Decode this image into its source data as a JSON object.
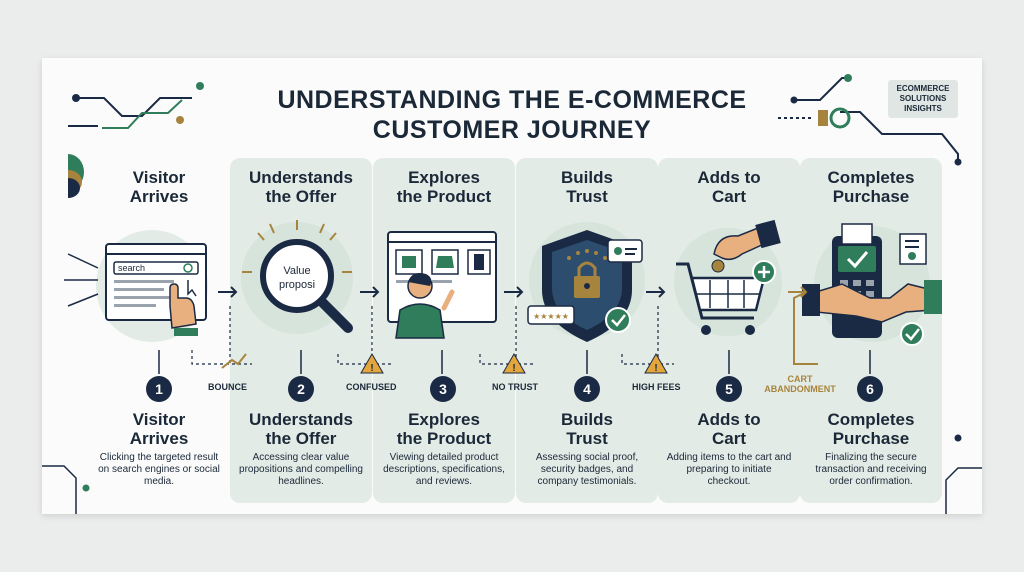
{
  "title": {
    "line1": "UNDERSTANDING THE E-COMMERCE",
    "line2": "CUSTOMER JOURNEY"
  },
  "badge": {
    "line1": "ECOMMERCE",
    "line2": "SOLUTIONS",
    "line3": "INSIGHTS"
  },
  "steps": [
    {
      "top1": "Visitor",
      "top2": "Arrives",
      "number": "1",
      "bottom1": "Visitor",
      "bottom2": "Arrives",
      "desc": "Clicking the targeted result on search engines or social media."
    },
    {
      "top1": "Understands",
      "top2": "the Offer",
      "number": "2",
      "bottom1": "Understands",
      "bottom2": "the Offer",
      "desc": "Accessing clear value propositions and compelling headlines."
    },
    {
      "top1": "Explores",
      "top2": "the Product",
      "number": "3",
      "bottom1": "Explores",
      "bottom2": "the Product",
      "desc": "Viewing detailed product descriptions, specifications, and reviews."
    },
    {
      "top1": "Builds",
      "top2": "Trust",
      "number": "4",
      "bottom1": "Builds",
      "bottom2": "Trust",
      "desc": "Assessing social proof, security badges, and company testimonials."
    },
    {
      "top1": "Adds to",
      "top2": "Cart",
      "number": "5",
      "bottom1": "Adds to",
      "bottom2": "Cart",
      "desc": "Adding items to the cart and preparing to initiate checkout."
    },
    {
      "top1": "Completes",
      "top2": "Purchase",
      "number": "6",
      "bottom1": "Completes",
      "bottom2": "Purchase",
      "desc": "Finalizing the secure transaction and receiving order confirmation."
    }
  ],
  "dropoffs": {
    "bounce": "BOUNCE",
    "confused": "CONFUSED",
    "no_trust": "NO TRUST",
    "high_fees": "HIGH FEES",
    "cart_abandon_1": "CART",
    "cart_abandon_2": "ABANDONMENT"
  },
  "icons": {
    "search_label": "search",
    "value_label_1": "Value",
    "value_label_2": "proposi"
  },
  "colors": {
    "navy": "#1b2a44",
    "green": "#2f7d5a",
    "panel": "#e3ebe6",
    "gold": "#a7843d"
  }
}
